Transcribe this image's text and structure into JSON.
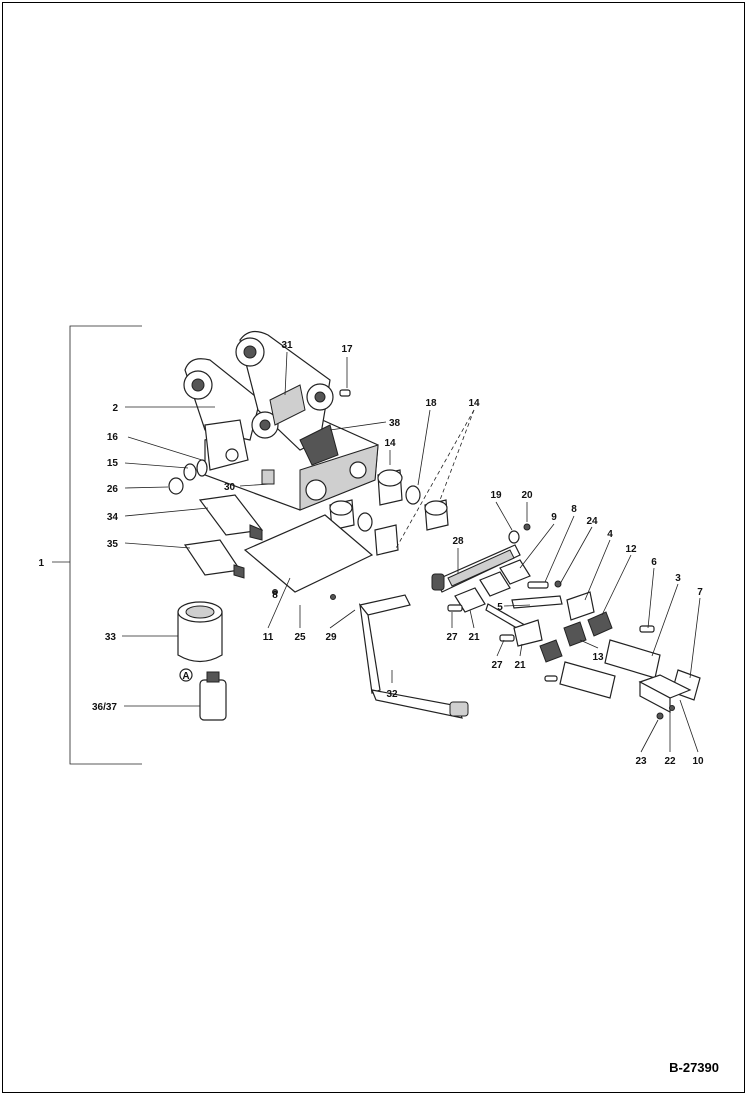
{
  "figure_id": "B-27390",
  "callout_marker": "A",
  "labels": {
    "l1": "1",
    "l2": "2",
    "l31": "31",
    "l17": "17",
    "l38": "38",
    "l16": "16",
    "l15": "15",
    "l26": "26",
    "l30": "30",
    "l34": "34",
    "l35": "35",
    "l33": "33",
    "l3637": "36/37",
    "l8a": "8",
    "l11": "11",
    "l25": "25",
    "l29": "29",
    "l32": "32",
    "l18": "18",
    "l14a": "14",
    "l14b": "14",
    "l28": "28",
    "l19": "19",
    "l20": "20",
    "l9": "9",
    "l8b": "8",
    "l24": "24",
    "l4": "4",
    "l12": "12",
    "l6": "6",
    "l3": "3",
    "l7": "7",
    "l5": "5",
    "l27a": "27",
    "l21a": "21",
    "l27b": "27",
    "l21b": "21",
    "l13": "13",
    "l23": "23",
    "l22": "22",
    "l10": "10"
  }
}
